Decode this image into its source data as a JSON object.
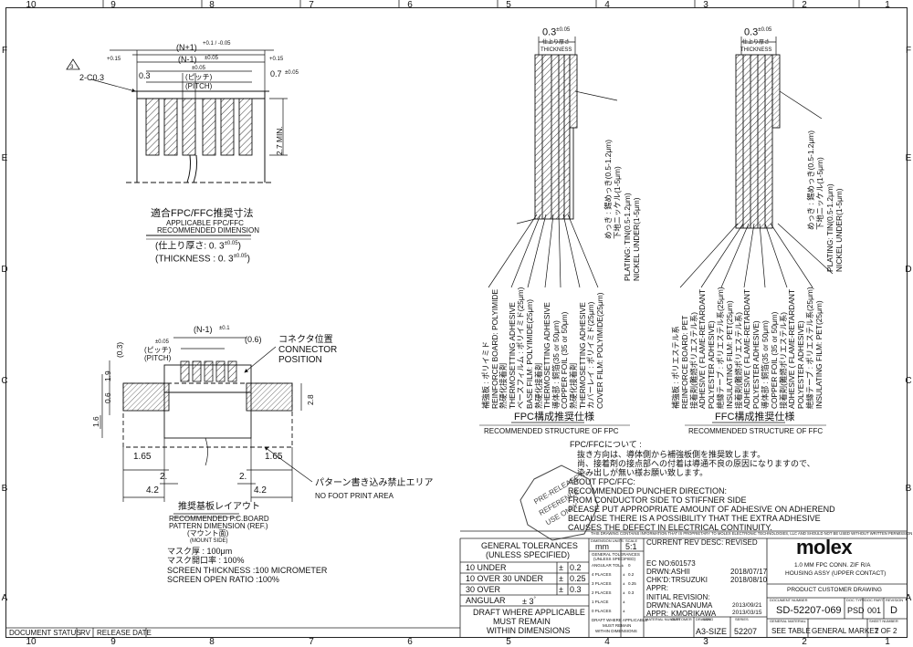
{
  "zones_top": [
    "10",
    "9",
    "8",
    "7",
    "6",
    "5",
    "4",
    "3",
    "2",
    "1"
  ],
  "zones_side": [
    "F",
    "E",
    "D",
    "C",
    "B",
    "A"
  ],
  "fpc_dim": {
    "chamfer": "2-C0.3",
    "n_plus_1": "(N+1)",
    "n_plus_1_tol": "+0.1 / -0.05",
    "n_minus_1": "(N-1)",
    "n_minus_1_tol": "±0.05",
    "pitch_val": "±0.05",
    "pitch_jp": "(ピッチ)",
    "pitch_en": "(PITCH)",
    "tol_015_l": "+0.15",
    "tol_015_r": "+0.15",
    "dim_03": "0.3",
    "dim_07": "0.7",
    "dim_07_tol": "±0.05",
    "dim_27": "2.7 MIN.",
    "title_jp": "適合FPC/FFC推奨寸法",
    "title_en1": "APPLICABLE FPC/FFC",
    "title_en2": "RECOMMENDED DIMENSION",
    "thick_jp": "(仕上り厚さ: 0. 3",
    "thick_en": "(THICKNESS : 0. 3",
    "thick_tol": "±0.05",
    "thick_close": ")"
  },
  "pcb": {
    "dim_03": "(0.3)",
    "n_minus_1": "(N-1)",
    "tol_01": "±0.1",
    "tol_005": "±0.05",
    "pitch_jp": "(ピッチ)",
    "pitch_en": "(PITCH)",
    "dim_06": "(0.6)",
    "conn_jp": "コネクタ位置",
    "conn_en1": "CONNECTOR",
    "conn_en2": "POSITION",
    "dim_06v": "0.6",
    "dim_19": "1.9",
    "dim_16": "1.6",
    "dim_28": "2.8",
    "dim_165_l": "1.65",
    "dim_165_r": "1.65",
    "dim_2_l": "2.",
    "dim_2_r": "2.",
    "dim_42_l": "4.2",
    "dim_42_r": "4.2",
    "no_print_jp": "パターン書き込み禁止エリア",
    "no_print_en": "NO FOOT PRINT AREA",
    "title_jp": "推奨基板レイアウト",
    "title_en1": "RECOMMENDED P.C.BOARD",
    "title_en2": "PATTERN DIMENSION (REF.)",
    "mount_jp": "(マウント面)",
    "mount_en": "(MOUNT SIDE)",
    "mask1_jp": "マスク厚 : 100μm",
    "mask2_jp": "マスク開口率 : 100%",
    "screen1": "SCREEN THICKNESS :100 MICROMETER",
    "screen2": "SCREEN OPEN RATIO :100%"
  },
  "fpc_struct": {
    "thickness": "0.3",
    "thickness_tol": "±0.05",
    "thick_jp": "仕上り厚さ",
    "thick_en": "THICKNESS",
    "plating": [
      "めっき : 錫めっき(0.5-1.2μm)",
      "下地ニッケル(1-5μm)",
      "PLATING: TIN(0.5-1.2μm)",
      "NICKEL UNDER(1-5μm)"
    ],
    "layers": [
      "補強板 : ポリイミド",
      "REINFORCE BOARD: POLYIMIDE",
      "熱硬化接着剤",
      "THERMOSETTING ADHESIVE",
      "ベースフィルム : ポリイミド(25μm)",
      "BASE FILM: POLYIMIDE(25μm)",
      "熱硬化接着剤",
      "THERMOSETTING ADHESIVE",
      "導体部 : 銅箔(35 or 50μm)",
      "COPPER FOIL (35 or 50μm)",
      "熱硬化接着剤",
      "THERMOSETTING ADHESIVE",
      "カバーレイ : ポリイミド(25μm)",
      "COVER FILM: POLYIMIDE(25μm)"
    ],
    "title_jp": "FPC構成推奨仕様",
    "title_en": "RECOMMENDED STRUCTURE OF FPC"
  },
  "ffc_struct": {
    "thickness": "0.3",
    "thickness_tol": "±0.05",
    "thick_jp": "仕上り厚さ",
    "thick_en": "THICKNESS",
    "plating": [
      "めっき : 錫めっき(0.5-1.2μm)",
      "下地ニッケル(1-5μm)",
      "PLATING: TIN(0.5-1.2μm)",
      "NICKEL UNDER(1-5μm)"
    ],
    "layers": [
      "補強板 : ポリエステル系",
      "REINFORCE BOARD: PET",
      "接着剤(難燃ポリエステル系)",
      "ADHESIVE ( FLAME-RETARDANT",
      "POLYESTER ADHESIVE)",
      "絶縁テープ : ポリエステル系(25μm)",
      "INSULATING FILM: PET(25μm)",
      "接着剤(難燃ポリエステル系)",
      "ADHESIVE ( FLAME-RETARDANT",
      "POLYESTER ADHESIVE)",
      "導体部 : 銅箔(35 or 50μm)",
      "COPPER FOIL (35 or 50μm)",
      "接着剤(難燃ポリエステル系)",
      "ADHESIVE ( FLAME-RETARDANT",
      "POLYESTER ADHESIVE)",
      "絶縁テープ : ポリエステル系(25μm)",
      "INSULATING FILM: PET(25μm)"
    ],
    "title_jp": "FFC構成推奨仕様",
    "title_en": "RECOMMENDED STRUCTURE OF FFC"
  },
  "notes": {
    "jp_head": "FPC/FFCについて :",
    "jp1": "抜き方向は、導体側から補強板側を推奨致します。",
    "jp2": "尚、接着剤の接点部への付着は導通不良の原因になりますので、",
    "jp3": "染み出しが無い様お願い致します。",
    "en_head": "ABOUT FPC/FFC:",
    "en1": "RECOMMENDED PUNCHER DIRECTION:",
    "en2": "FROM CONDUCTOR SIDE TO STIFFNER SIDE",
    "en3": "PLEASE PUT APPROPRIATE AMOUNT OF ADHESIVE ON ADHEREND",
    "en4": "BECAUSE THERE IS A POSSIBILITY THAT THE EXTRA ADHESIVE",
    "en5": "CAUSES THE   DEFECT IN ELECTRICAL CONTINUITY."
  },
  "stamp": {
    "l1": "PRE-RELEASE",
    "l2": "REFERENCE",
    "l3": "USE ONLY"
  },
  "title_block": {
    "proprietary": "THIS DRAWING CONTAINS INFORMATION THAT IS PROPRIETARY TO MOLEX ELECTRONIC TECHNOLOGIES, LLC AND SHOULD NOT BE USED WITHOUT WRITTEN PERMISSION",
    "gen_tol_1": "GENERAL TOLERANCES",
    "gen_tol_2": "(UNLESS SPECIFIED)",
    "tol_rows": [
      {
        "range": "10   UNDER",
        "sign": "±",
        "val": "0.2"
      },
      {
        "range": "10   OVER   30   UNDER",
        "sign": "±",
        "val": "0.25"
      },
      {
        "range": "30   OVER",
        "sign": "±",
        "val": "0.3"
      }
    ],
    "angular_label": "ANGULAR",
    "angular_val": "± 3",
    "angular_unit": "°",
    "draft1": "DRAFT WHERE APPLICABLE",
    "draft2": "MUST REMAIN",
    "draft3": "WITHIN DIMENSIONS",
    "dim_units_label": "DIMENSION UNITS",
    "scale_label": "SCALE",
    "units": "mm",
    "scale": "5:1",
    "mini_head1": "GENERAL TOLERANCES",
    "mini_head2": "(UNLESS SPECIFIED)",
    "mini_rows": [
      {
        "k": "ANGULAR TOL ±",
        "v": "0"
      },
      {
        "k": "4 PLACES",
        "s": "±",
        "v": "0.2"
      },
      {
        "k": "3 PLACES",
        "s": "±",
        "v": "0.25"
      },
      {
        "k": "2 PLACES",
        "s": "±",
        "v": "0.3"
      },
      {
        "k": "1 PLACE",
        "s": "±",
        "v": ""
      },
      {
        "k": "0 PLACES",
        "s": "±",
        "v": ""
      }
    ],
    "mini_draft1": "DRAFT WHERE APPLICABLE",
    "mini_draft2": "MUST REMAIN",
    "mini_draft3": "WITHIN DIMENSIONS",
    "cur_rev": "CURRENT REV DESC: REVISED",
    "ec_label": "EC NO:",
    "ec_val": "601573",
    "drwn_label": "DRWN:",
    "drwn_val": "ASHII",
    "drwn_date": "2018/07/17",
    "chkd_label": "CHK'D:",
    "chkd_val": "TRSUZUKI",
    "chkd_date": "2018/08/10",
    "appr_label": "APPR:",
    "init_rev": "INITIAL REVISION:",
    "idrwn_label": "DRWN:",
    "idrwn_val": "NASANUMA",
    "idrwn_date": "2013/09/21",
    "iappr_label": "APPR:",
    "iappr_val": "KMORIKAWA",
    "iappr_date": "2013/03/15",
    "material_label": "MATERIAL NUMBER",
    "customer_label": "CUSTOMER",
    "drawing_label": "DRAWING",
    "size_label": "SIZE",
    "series_label": "SERIES",
    "size_val": "A3-SIZE",
    "series_val": "52207",
    "logo": "molex",
    "prod1": "1.0 MM FPC CONN. ZIF R/A",
    "prod2": "HOUSING ASSY (UPPER CONTACT)",
    "prod_cust": "PRODUCT CUSTOMER DRAWING",
    "doc_num_label": "DOCUMENT NUMBER",
    "doc_type_label": "DOC TYPE",
    "doc_part_label": "DOC PART",
    "rev_label": "REVISION",
    "doc_num": "SD-52207-069",
    "doc_type": "PSD",
    "doc_part": "001",
    "rev": "D",
    "gen_mat_label": "GENERAL MATERIAL",
    "see_table": "SEE TABLE",
    "gen_market": "GENERAL MARKET",
    "sheet_label": "SHEET NUMBER",
    "sheet": "2 OF 2"
  },
  "status_bar": {
    "doc_status": "DOCUMENT STATUS",
    "rv": "RV",
    "release_date": "RELEASE DATE"
  }
}
